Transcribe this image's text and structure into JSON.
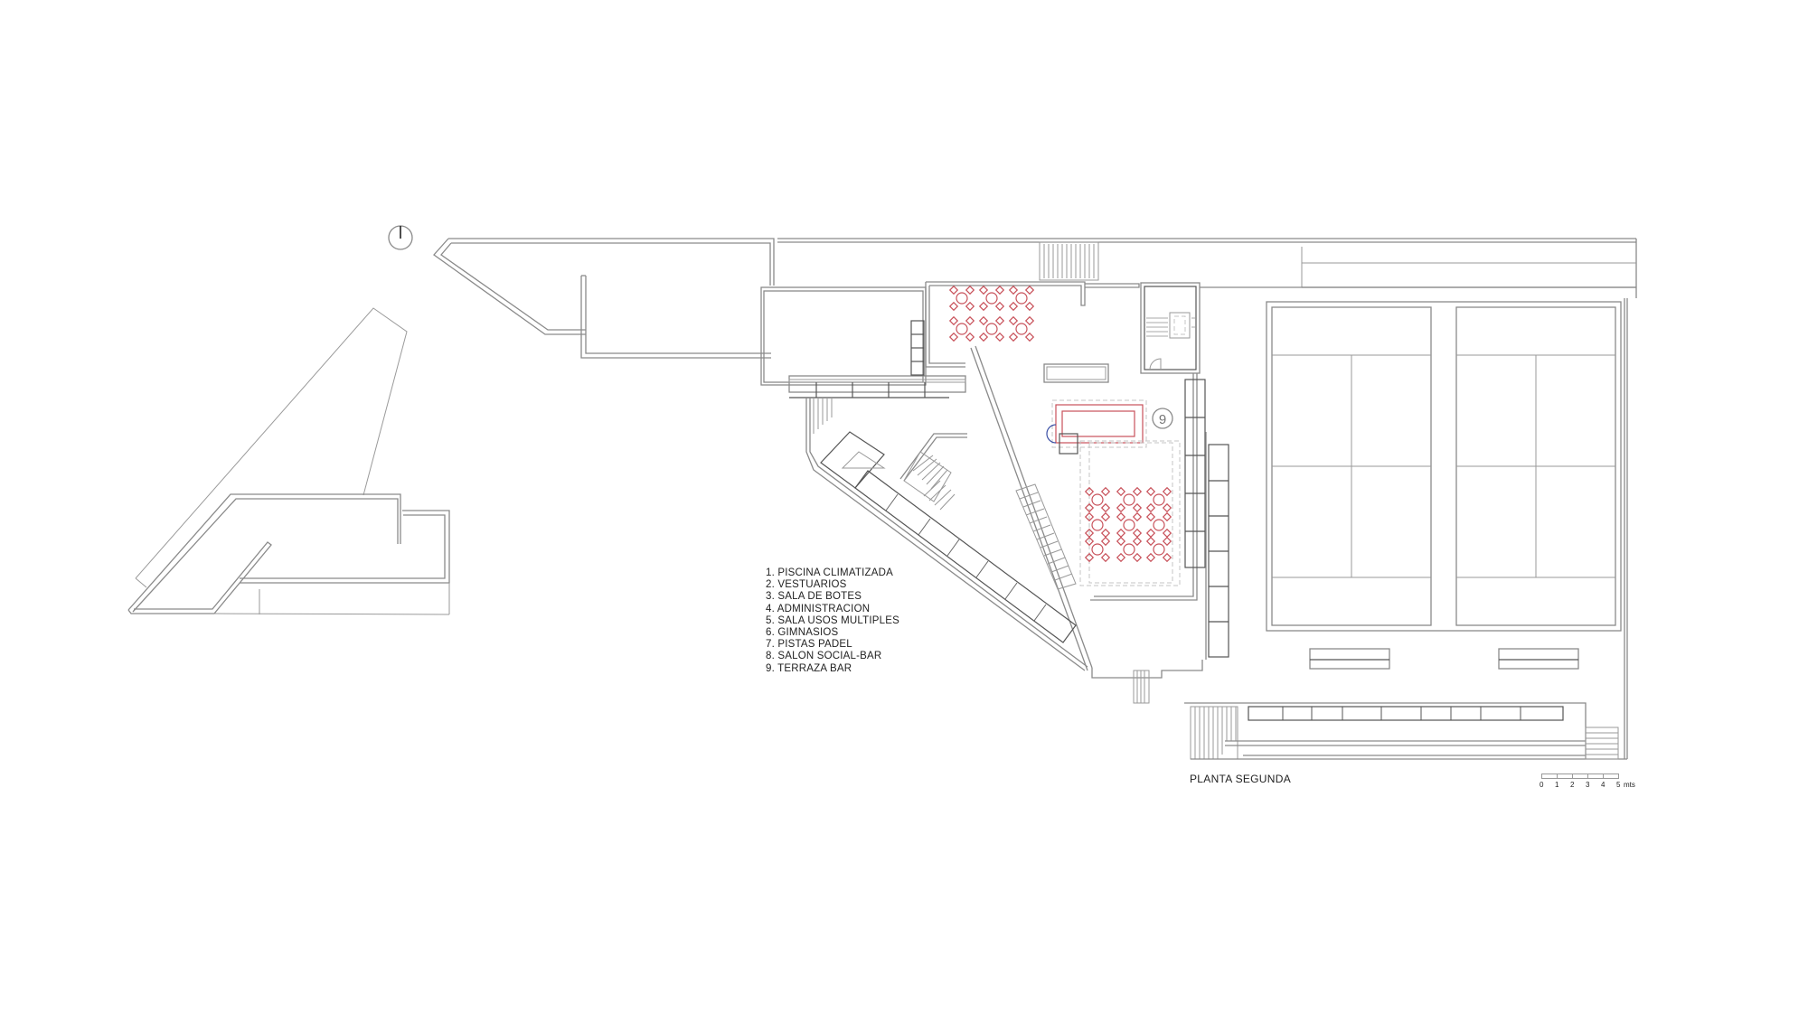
{
  "plan": {
    "title": "PLANTA SEGUNDA",
    "terrace_marker": "9"
  },
  "legend": {
    "items": [
      "1. PISCINA CLIMATIZADA",
      "2. VESTUARIOS",
      "3. SALA DE BOTES",
      "4. ADMINISTRACION",
      "5. SALA USOS MULTIPLES",
      "6. GIMNASIOS",
      "7. PISTAS PADEL",
      "8. SALON SOCIAL-BAR",
      "9. TERRAZA BAR"
    ]
  },
  "scale_bar": {
    "ticks": [
      "0",
      "1",
      "2",
      "3",
      "4",
      "5"
    ],
    "unit": "mts"
  },
  "icons": {
    "north_arrow": "north-arrow-icon",
    "tables": "table-with-chairs-icon",
    "stairs": "stairs-icon"
  },
  "colors": {
    "lines": "#8a8a8a",
    "furniture": "#c8515a",
    "background": "#ffffff"
  }
}
